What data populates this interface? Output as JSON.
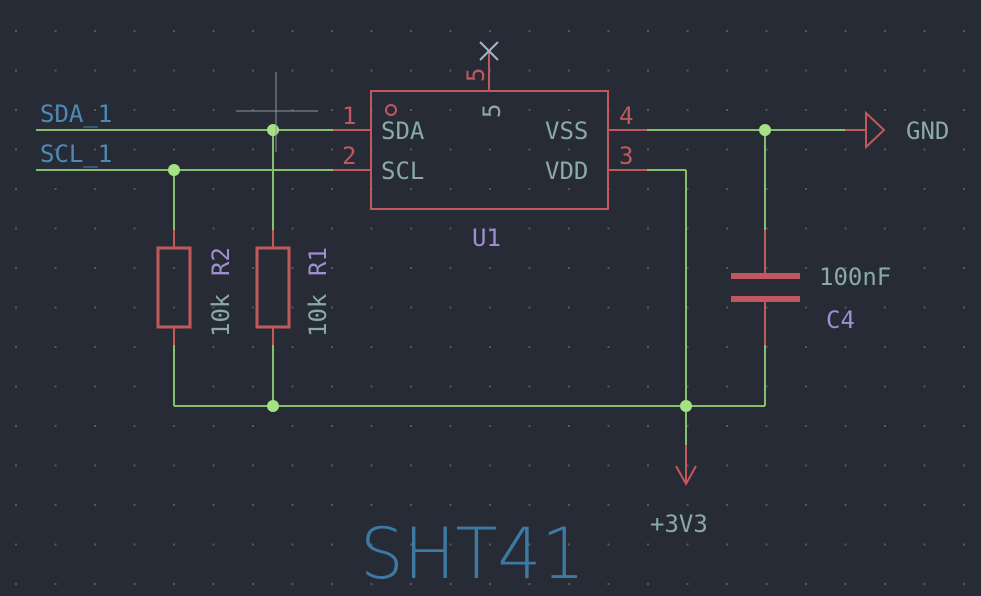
{
  "colors": {
    "background": "#262b35",
    "grid": "#525864",
    "wire": "#86c06c",
    "junction": "#a6e284",
    "symbol": "#c1585d",
    "pin": "#c1585d",
    "net_label": "#4e8ab4",
    "value_text": "#8aa9a8",
    "reference": "#a38dd2",
    "power_text": "#8aa9a8",
    "title": "#3d7aa3",
    "cursor": "#8d949e"
  },
  "nets": {
    "sda": "SDA_1",
    "scl": "SCL_1",
    "gnd": "GND",
    "vcc": "+3V3"
  },
  "u1": {
    "ref": "U1",
    "pins": {
      "p1": {
        "num": "1",
        "name": "SDA"
      },
      "p2": {
        "num": "2",
        "name": "SCL"
      },
      "p3": {
        "num": "3",
        "name": "VDD"
      },
      "p4": {
        "num": "4",
        "name": "VSS"
      },
      "p5": {
        "num": "5",
        "name": "5"
      }
    }
  },
  "r1": {
    "ref": "R1",
    "value": "10k"
  },
  "r2": {
    "ref": "R2",
    "value": "10k"
  },
  "c4": {
    "ref": "C4",
    "value": "100nF"
  },
  "title": "SHT41",
  "icons": {
    "no_connect": "no-connect-x-icon",
    "gnd_symbol": "ground-arrow-icon",
    "vcc_symbol": "power-arrow-icon",
    "cursor": "crosshair-cursor-icon"
  }
}
